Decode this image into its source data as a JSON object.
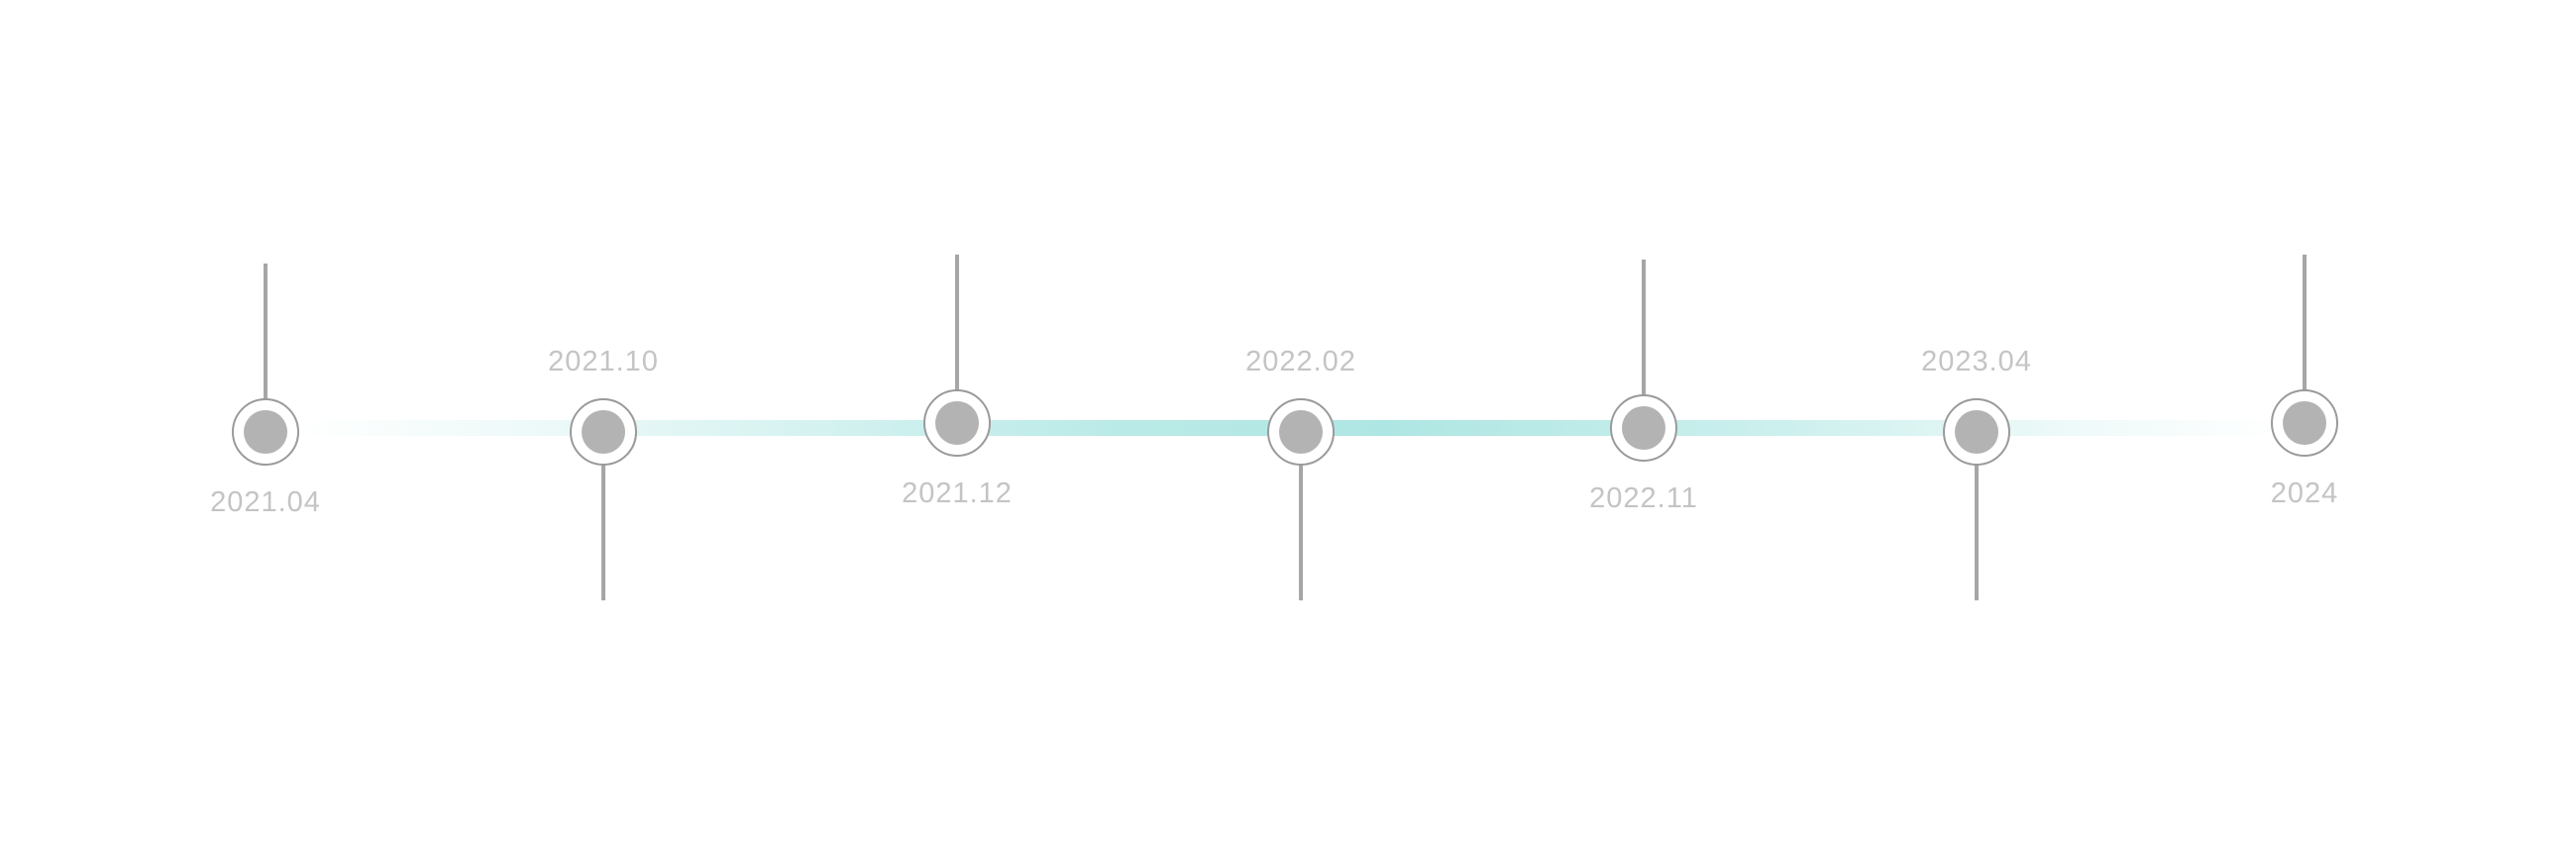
{
  "timeline": {
    "milestones": [
      {
        "label": "2021.04"
      },
      {
        "label": "2021.10"
      },
      {
        "label": "2021.12"
      },
      {
        "label": "2022.02"
      },
      {
        "label": "2022.11"
      },
      {
        "label": "2023.04"
      },
      {
        "label": "2024"
      }
    ],
    "colors": {
      "track": "#a5e4e0",
      "dot": "#b3b3b3",
      "ring": "#9a9a9a",
      "stem": "#a6a6a6",
      "label": "#c4c4c4"
    }
  }
}
